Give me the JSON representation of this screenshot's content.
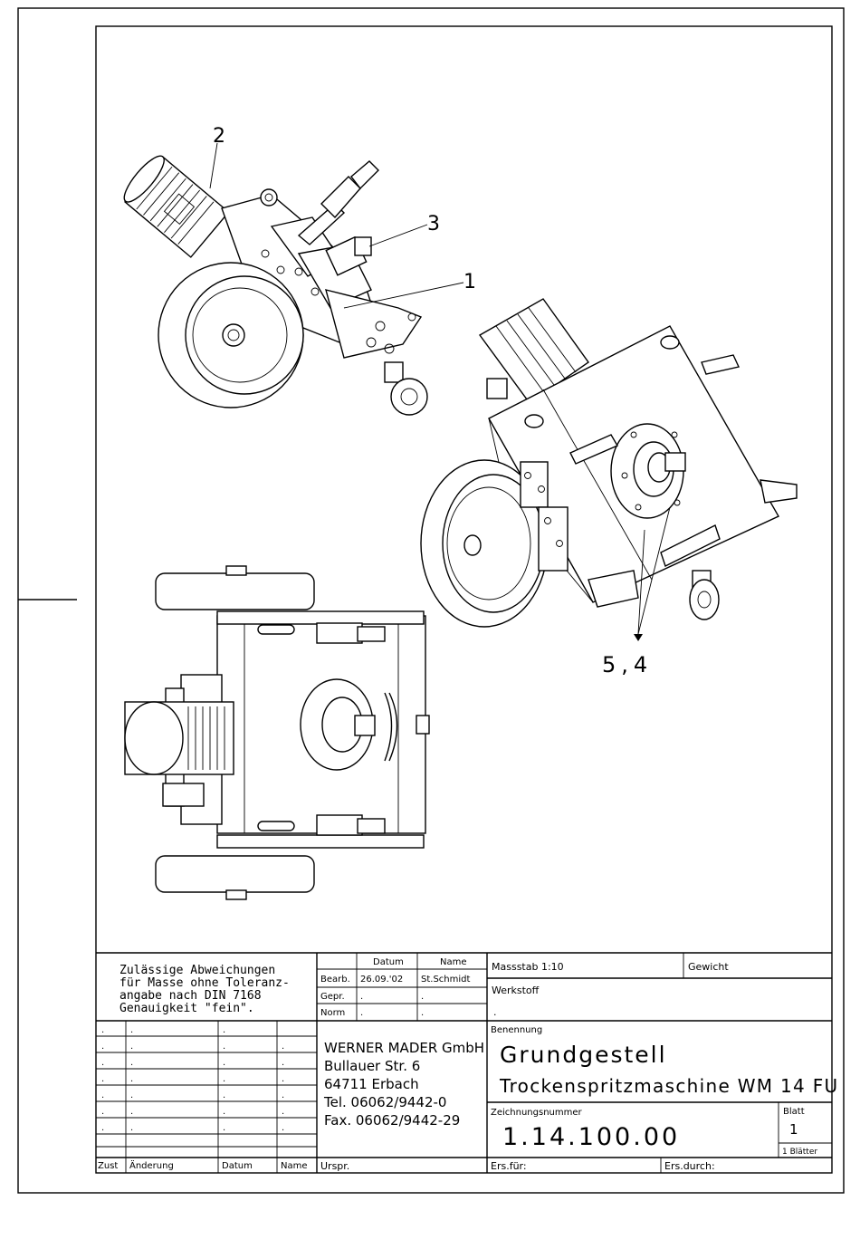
{
  "callouts": {
    "c1": "1",
    "c2": "2",
    "c3": "3",
    "c54": "5,4"
  },
  "tolerance_note": {
    "line1": "Zulässige Abweichungen",
    "line2": "für Masse ohne Toleranz-",
    "line3": "angabe nach DIN 7168",
    "line4": "Genauigkeit \"fein\"."
  },
  "approval": {
    "col_date": "Datum",
    "col_name": "Name",
    "rows": [
      {
        "label": "Bearb.",
        "date": "26.09.'02",
        "name": "St.Schmidt"
      },
      {
        "label": "Gepr.",
        "date": ".",
        "name": "."
      },
      {
        "label": "Norm",
        "date": ".",
        "name": "."
      }
    ]
  },
  "revisions": {
    "rows": [
      [
        ".",
        ".",
        ".",
        ""
      ],
      [
        ".",
        ".",
        ".",
        "."
      ],
      [
        ".",
        ".",
        ".",
        "."
      ],
      [
        ".",
        ".",
        ".",
        "."
      ],
      [
        ".",
        ".",
        ".",
        "."
      ],
      [
        ".",
        ".",
        ".",
        "."
      ],
      [
        ".",
        ".",
        ".",
        "."
      ]
    ],
    "header_zust": "Zust",
    "header_aenderung": "Änderung",
    "header_datum": "Datum",
    "header_name": "Name"
  },
  "company": {
    "name": "WERNER MADER GmbH",
    "street": "Bullauer Str. 6",
    "city": "64711 Erbach",
    "tel": "Tel. 06062/9442-0",
    "fax": "Fax. 06062/9442-29"
  },
  "title_block": {
    "scale": "Massstab 1:10",
    "weight_label": "Gewicht",
    "material_label": "Werkstoff",
    "material_value": ".",
    "designation_label": "Benennung",
    "title": "Grundgestell",
    "subtitle": "Trockenspritzmaschine WM 14 FU",
    "drawing_number_label": "Zeichnungsnummer",
    "drawing_number": "1.14.100.00",
    "sheet_label": "Blatt",
    "sheet_value": "1",
    "sheets_total": "1 Blätter",
    "origin_label": "Urspr.",
    "replaces_label": "Ers.für:",
    "replaced_by_label": "Ers.durch:"
  },
  "colors": {
    "line": "#000000",
    "paper": "#ffffff"
  }
}
